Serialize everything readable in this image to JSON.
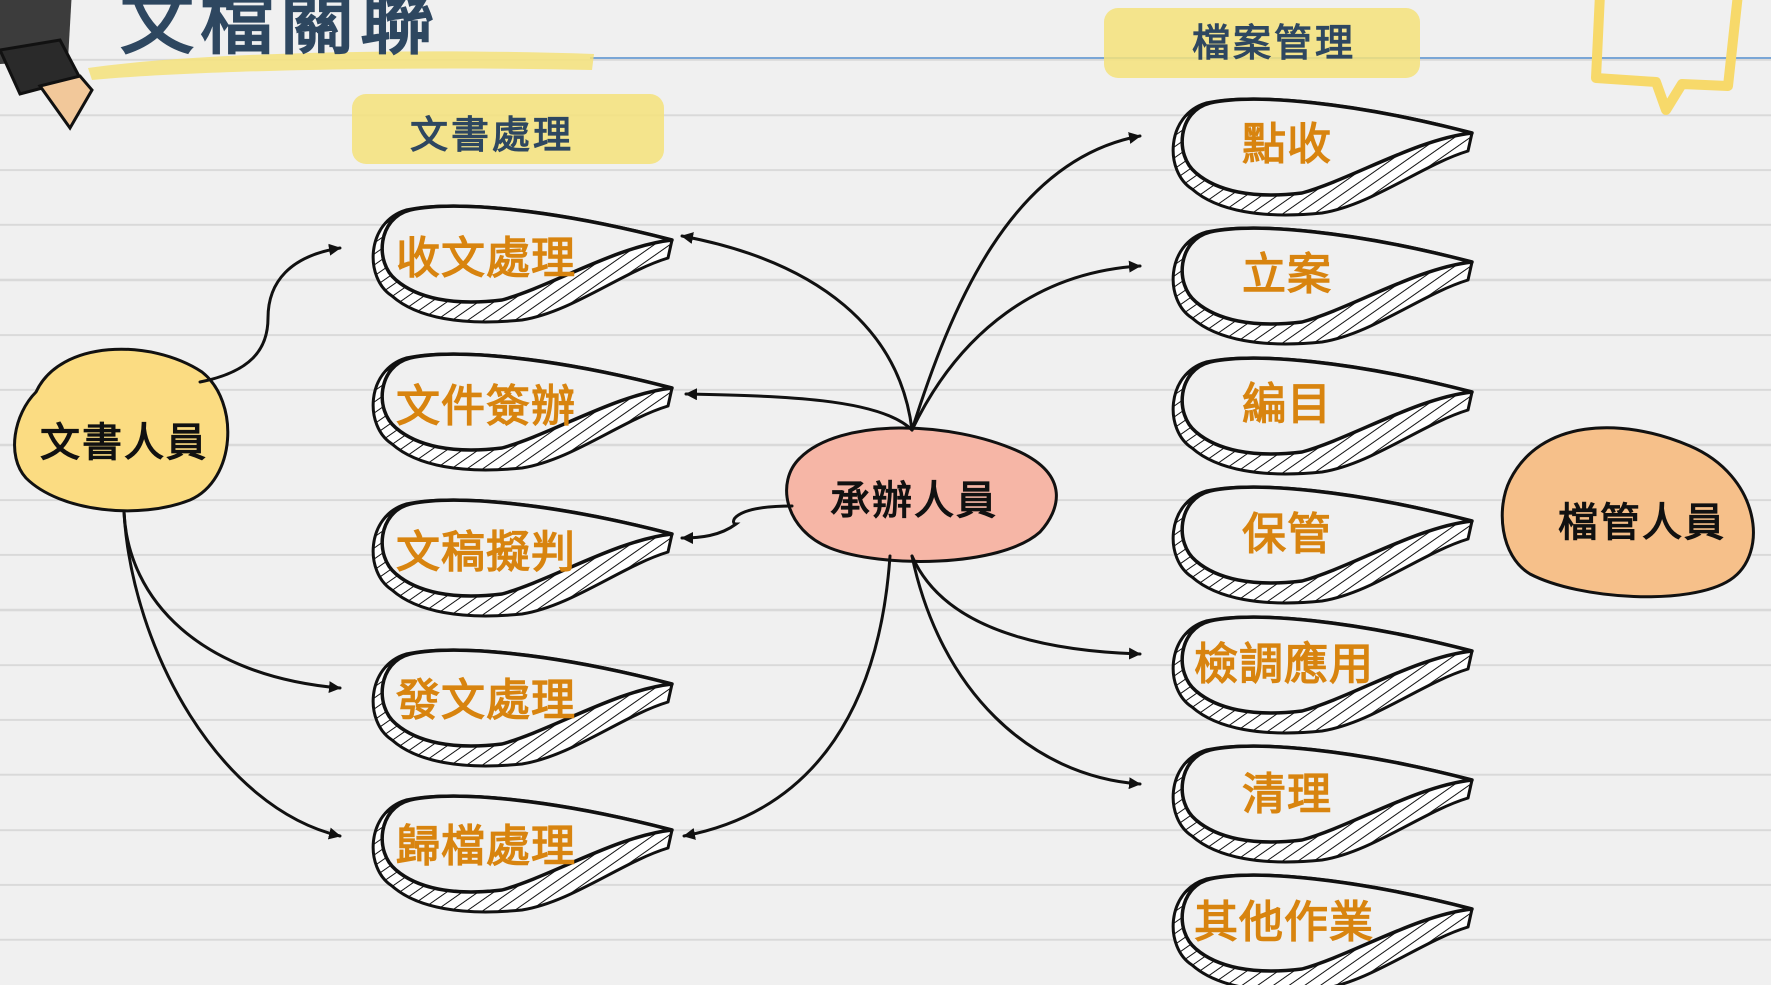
{
  "title": "文檔關聯",
  "section_left": "文書處理",
  "section_right": "檔案管理",
  "nodes": {
    "clerk": "文書人員",
    "handler": "承辦人員",
    "archivist": "檔管人員"
  },
  "left_tasks": [
    "收文處理",
    "文件簽辦",
    "文稿擬判",
    "發文處理",
    "歸檔處理"
  ],
  "right_tasks": [
    "點收",
    "立案",
    "編目",
    "保管",
    "檢調應用",
    "清理",
    "其他作業"
  ],
  "colors": {
    "title": "#2e4760",
    "task_text": "#d8840f",
    "highlight": "#f4e27a",
    "clerk_fill": "#fbdc82",
    "handler_fill": "#f6b6a6",
    "archivist_fill": "#f6c08a",
    "guide_line": "#7aa6d6"
  },
  "icons": {
    "top_left": "marker-pen-icon",
    "top_right": "speech-bubble-icon"
  }
}
